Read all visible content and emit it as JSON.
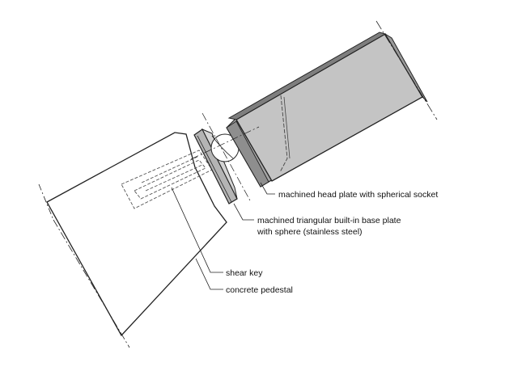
{
  "labels": {
    "head_plate": "machined head plate with spherical socket",
    "base_plate_line1": "machined triangular built-in base plate",
    "base_plate_line2": "with sphere (stainless steel)",
    "shear_key": "shear key",
    "pedestal": "concrete pedestal"
  },
  "colors": {
    "background": "#ffffff",
    "line": "#222222",
    "strut_fill": "#c4c4c4",
    "strut_end_fill": "#8e8e8e",
    "head_plate_fill": "#a6a6a6",
    "base_plate_fill": "#b4b4b4",
    "hidden_line": "#555555"
  }
}
